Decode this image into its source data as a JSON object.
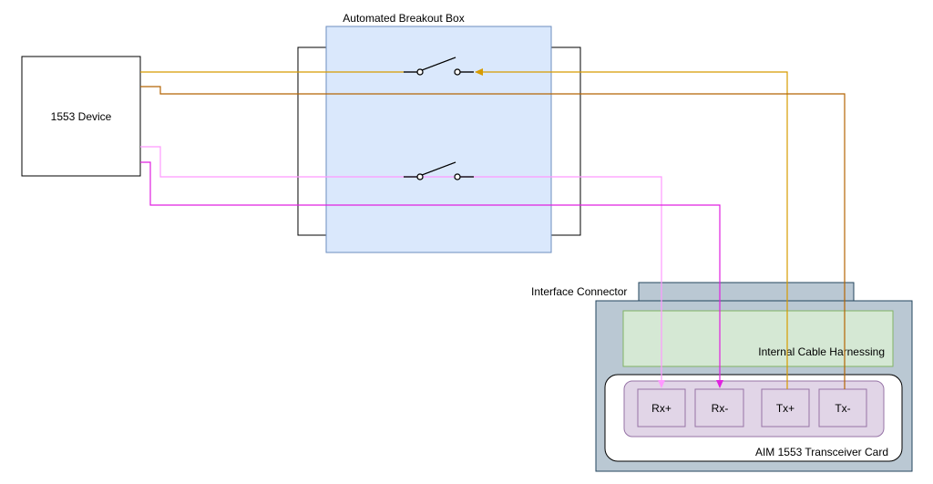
{
  "labels": {
    "device": "1553 Device",
    "breakout_box": "Automated Breakout Box",
    "interface_connector": "Interface Connector",
    "internal_harness": "Internal Cable Harnessing",
    "transceiver_card": "AIM 1553 Transceiver Card"
  },
  "pins": [
    {
      "id": "rx-plus",
      "label": "Rx+"
    },
    {
      "id": "rx-minus",
      "label": "Rx-"
    },
    {
      "id": "tx-plus",
      "label": "Tx+"
    },
    {
      "id": "tx-minus",
      "label": "Tx-"
    }
  ],
  "colors": {
    "orange_wire": "#d79b00",
    "dark_orange_wire": "#b46504",
    "light_pink_wire": "#ff99ff",
    "magenta_wire": "#e020e0",
    "breakout_fill": "#dae8fc",
    "breakout_stroke": "#6c8ebf",
    "connector_fill": "#bac8d3",
    "connector_stroke": "#23445d",
    "harness_fill": "#d5e8d4",
    "harness_stroke": "#82b366",
    "pin_fill": "#e1d5e7",
    "pin_stroke": "#9673a6"
  }
}
